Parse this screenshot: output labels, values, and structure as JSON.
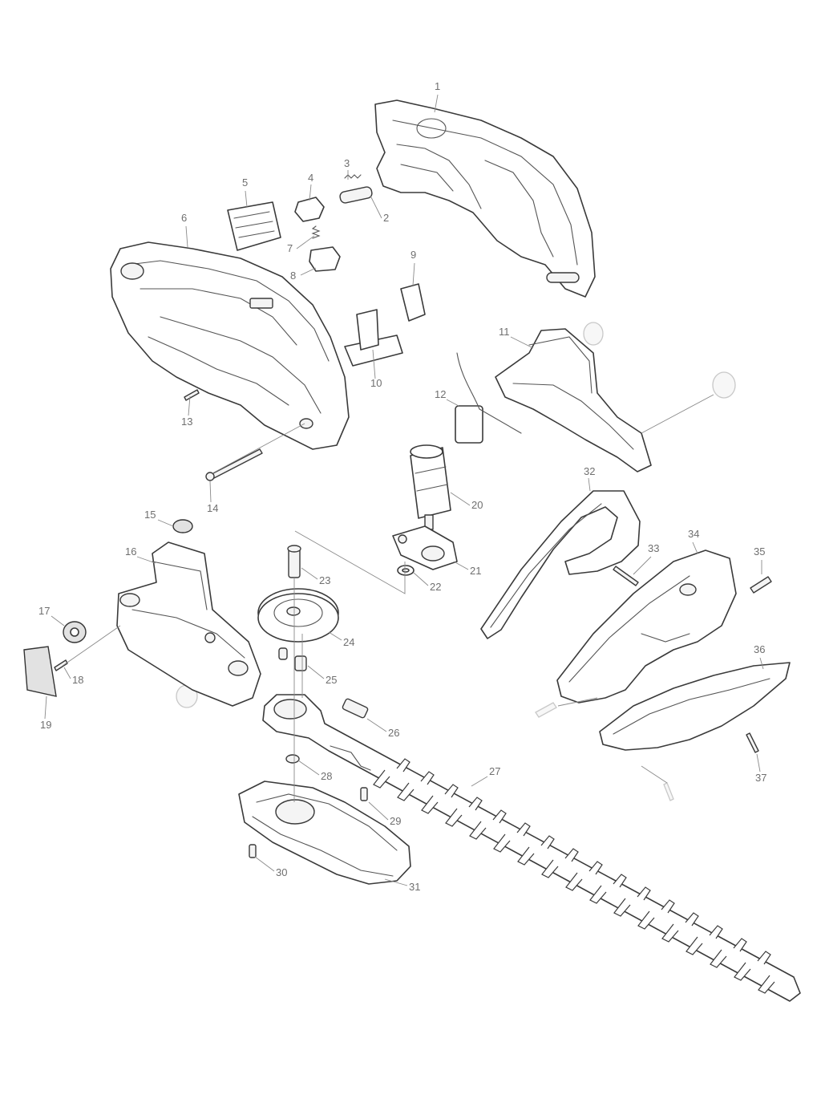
{
  "callouts": [
    {
      "id": 1,
      "label": "1"
    },
    {
      "id": 2,
      "label": "2"
    },
    {
      "id": 3,
      "label": "3"
    },
    {
      "id": 4,
      "label": "4"
    },
    {
      "id": 5,
      "label": "5"
    },
    {
      "id": 6,
      "label": "6"
    },
    {
      "id": 7,
      "label": "7"
    },
    {
      "id": 8,
      "label": "8"
    },
    {
      "id": 9,
      "label": "9"
    },
    {
      "id": 10,
      "label": "10"
    },
    {
      "id": 11,
      "label": "11"
    },
    {
      "id": 12,
      "label": "12"
    },
    {
      "id": 13,
      "label": "13"
    },
    {
      "id": 14,
      "label": "14"
    },
    {
      "id": 15,
      "label": "15"
    },
    {
      "id": 16,
      "label": "16"
    },
    {
      "id": 17,
      "label": "17"
    },
    {
      "id": 18,
      "label": "18"
    },
    {
      "id": 19,
      "label": "19"
    },
    {
      "id": 20,
      "label": "20"
    },
    {
      "id": 21,
      "label": "21"
    },
    {
      "id": 22,
      "label": "22"
    },
    {
      "id": 23,
      "label": "23"
    },
    {
      "id": 24,
      "label": "24"
    },
    {
      "id": 25,
      "label": "25"
    },
    {
      "id": 26,
      "label": "26"
    },
    {
      "id": 27,
      "label": "27"
    },
    {
      "id": 28,
      "label": "28"
    },
    {
      "id": 29,
      "label": "29"
    },
    {
      "id": 30,
      "label": "30"
    },
    {
      "id": 31,
      "label": "31"
    },
    {
      "id": 32,
      "label": "32"
    },
    {
      "id": 33,
      "label": "33"
    },
    {
      "id": 34,
      "label": "34"
    },
    {
      "id": 35,
      "label": "35"
    },
    {
      "id": 36,
      "label": "36"
    },
    {
      "id": 37,
      "label": "37"
    }
  ]
}
